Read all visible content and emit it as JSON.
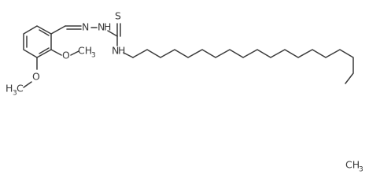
{
  "molecule": {
    "atoms": {
      "methoxy_ring": "O",
      "methoxy_ring_methyl": "CH",
      "methoxy_ring_methyl_sub": "3",
      "methoxy_lower": "O",
      "methoxy_lower_methyl": "H",
      "methoxy_lower_methyl_sub": "3",
      "methoxy_lower_methyl_c": "C",
      "imine_n": "N",
      "hydrazine_n": "N",
      "hydrazine_h": "H",
      "thione_s": "S",
      "amide_n": "N",
      "amide_h": "H",
      "terminal_methyl": "CH",
      "terminal_methyl_sub": "3"
    }
  }
}
